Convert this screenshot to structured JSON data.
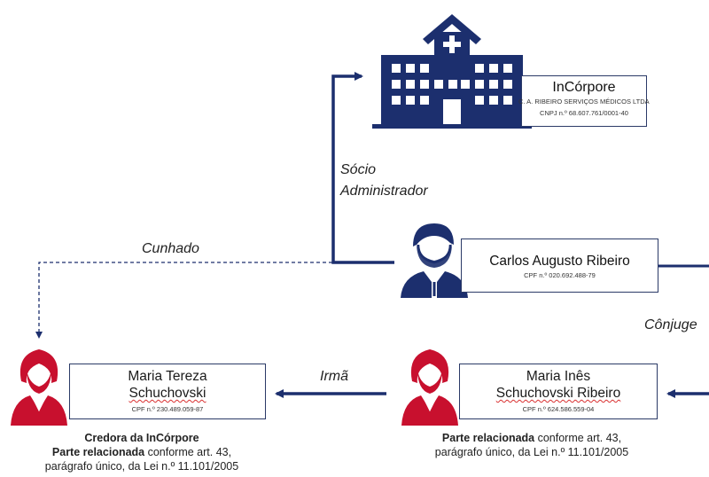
{
  "company": {
    "name": "InCórpore",
    "legal_name": "C. A. RIBEIRO SERVIÇOS MÉDICOS LTDA",
    "cnpj": "CNPJ n.º 68.607.761/0001-40"
  },
  "carlos": {
    "name": "Carlos Augusto Ribeiro",
    "cpf": "CPF n.º 020.692.488-79"
  },
  "maria_tereza": {
    "name_line1": "Maria Tereza",
    "name_line2": "Schuchovski",
    "cpf": "CPF n.º 230.489.059-87",
    "caption_line1": "Credora da InCórpore",
    "caption_bold2": "Parte relacionada",
    "caption_rest2": " conforme art. 43,",
    "caption_line3": "parágrafo único, da Lei n.º 11.101/2005"
  },
  "maria_ines": {
    "name_line1": "Maria Inês",
    "name_line2": "Schuchovski Ribeiro",
    "cpf": "CPF n.º 624.586.559-04",
    "caption_bold1": "Parte relacionada",
    "caption_rest1": " conforme art. 43,",
    "caption_line2": "parágrafo único, da Lei n.º 11.101/2005"
  },
  "relations": {
    "socio_line1": "Sócio",
    "socio_line2": "Administrador",
    "cunhado": "Cunhado",
    "irma": "Irmã",
    "conjuge": "Cônjuge"
  },
  "colors": {
    "navy": "#1c2f6e",
    "red": "#c8102e",
    "box_border": "#2b3a67"
  }
}
